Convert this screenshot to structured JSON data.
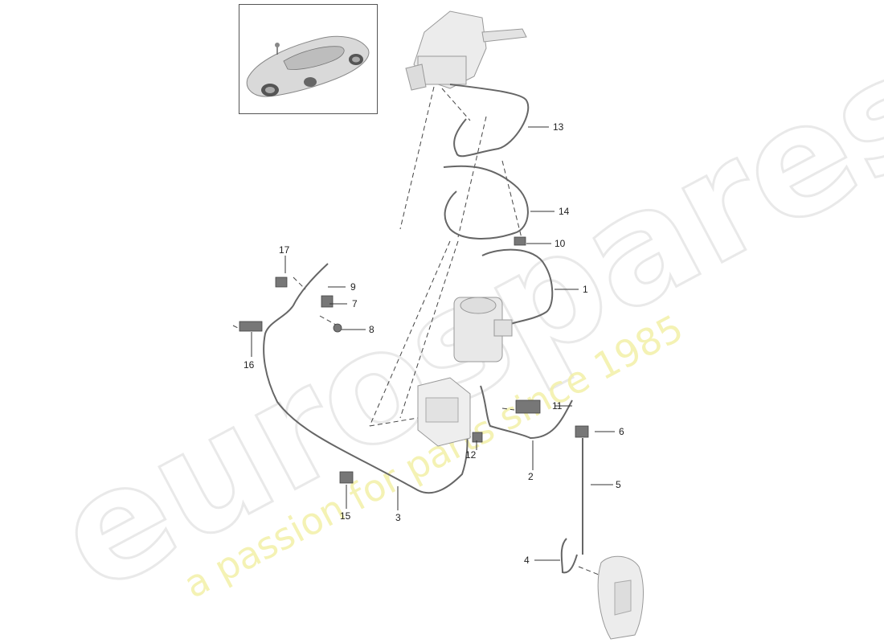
{
  "watermark": {
    "brand": "eurospares",
    "tagline": "a passion for parts since 1985"
  },
  "thumbnail": {
    "icon": "car-overview-icon"
  },
  "callouts": [
    {
      "id": "c1",
      "label": "1"
    },
    {
      "id": "c2",
      "label": "2"
    },
    {
      "id": "c3",
      "label": "3"
    },
    {
      "id": "c4",
      "label": "4"
    },
    {
      "id": "c5",
      "label": "5"
    },
    {
      "id": "c6",
      "label": "6"
    },
    {
      "id": "c7",
      "label": "7"
    },
    {
      "id": "c8",
      "label": "8"
    },
    {
      "id": "c9",
      "label": "9"
    },
    {
      "id": "c10",
      "label": "10"
    },
    {
      "id": "c11",
      "label": "11"
    },
    {
      "id": "c12",
      "label": "12"
    },
    {
      "id": "c13",
      "label": "13"
    },
    {
      "id": "c14",
      "label": "14"
    },
    {
      "id": "c15",
      "label": "15"
    },
    {
      "id": "c16",
      "label": "16"
    },
    {
      "id": "c17",
      "label": "17"
    }
  ]
}
